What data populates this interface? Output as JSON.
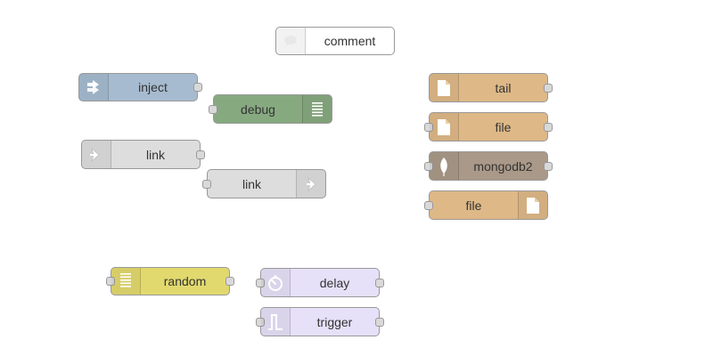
{
  "canvas": {
    "nodes": {
      "comment": {
        "label": "comment",
        "icon": "comment-icon",
        "color": "#ffffff"
      },
      "inject": {
        "label": "inject",
        "icon": "inject-arrow-icon",
        "color": "#a6bbcf"
      },
      "debug": {
        "label": "debug",
        "icon": "debug-list-icon",
        "color": "#87a980"
      },
      "link_out_source": {
        "label": "link",
        "icon": "link-icon",
        "color": "#dddddd"
      },
      "link_in_target": {
        "label": "link",
        "icon": "link-icon",
        "color": "#dddddd"
      },
      "tail": {
        "label": "tail",
        "icon": "file-icon",
        "color": "#deb887"
      },
      "file_in": {
        "label": "file",
        "icon": "file-icon",
        "color": "#deb887"
      },
      "mongodb2": {
        "label": "mongodb2",
        "icon": "leaf-icon",
        "color": "#aa9988"
      },
      "file_out": {
        "label": "file",
        "icon": "file-icon",
        "color": "#deb887"
      },
      "random": {
        "label": "random",
        "icon": "random-list-icon",
        "color": "#e2d96e"
      },
      "delay": {
        "label": "delay",
        "icon": "timer-icon",
        "color": "#e6e0f8"
      },
      "trigger": {
        "label": "trigger",
        "icon": "trigger-pulse-icon",
        "color": "#e6e0f8"
      }
    }
  }
}
